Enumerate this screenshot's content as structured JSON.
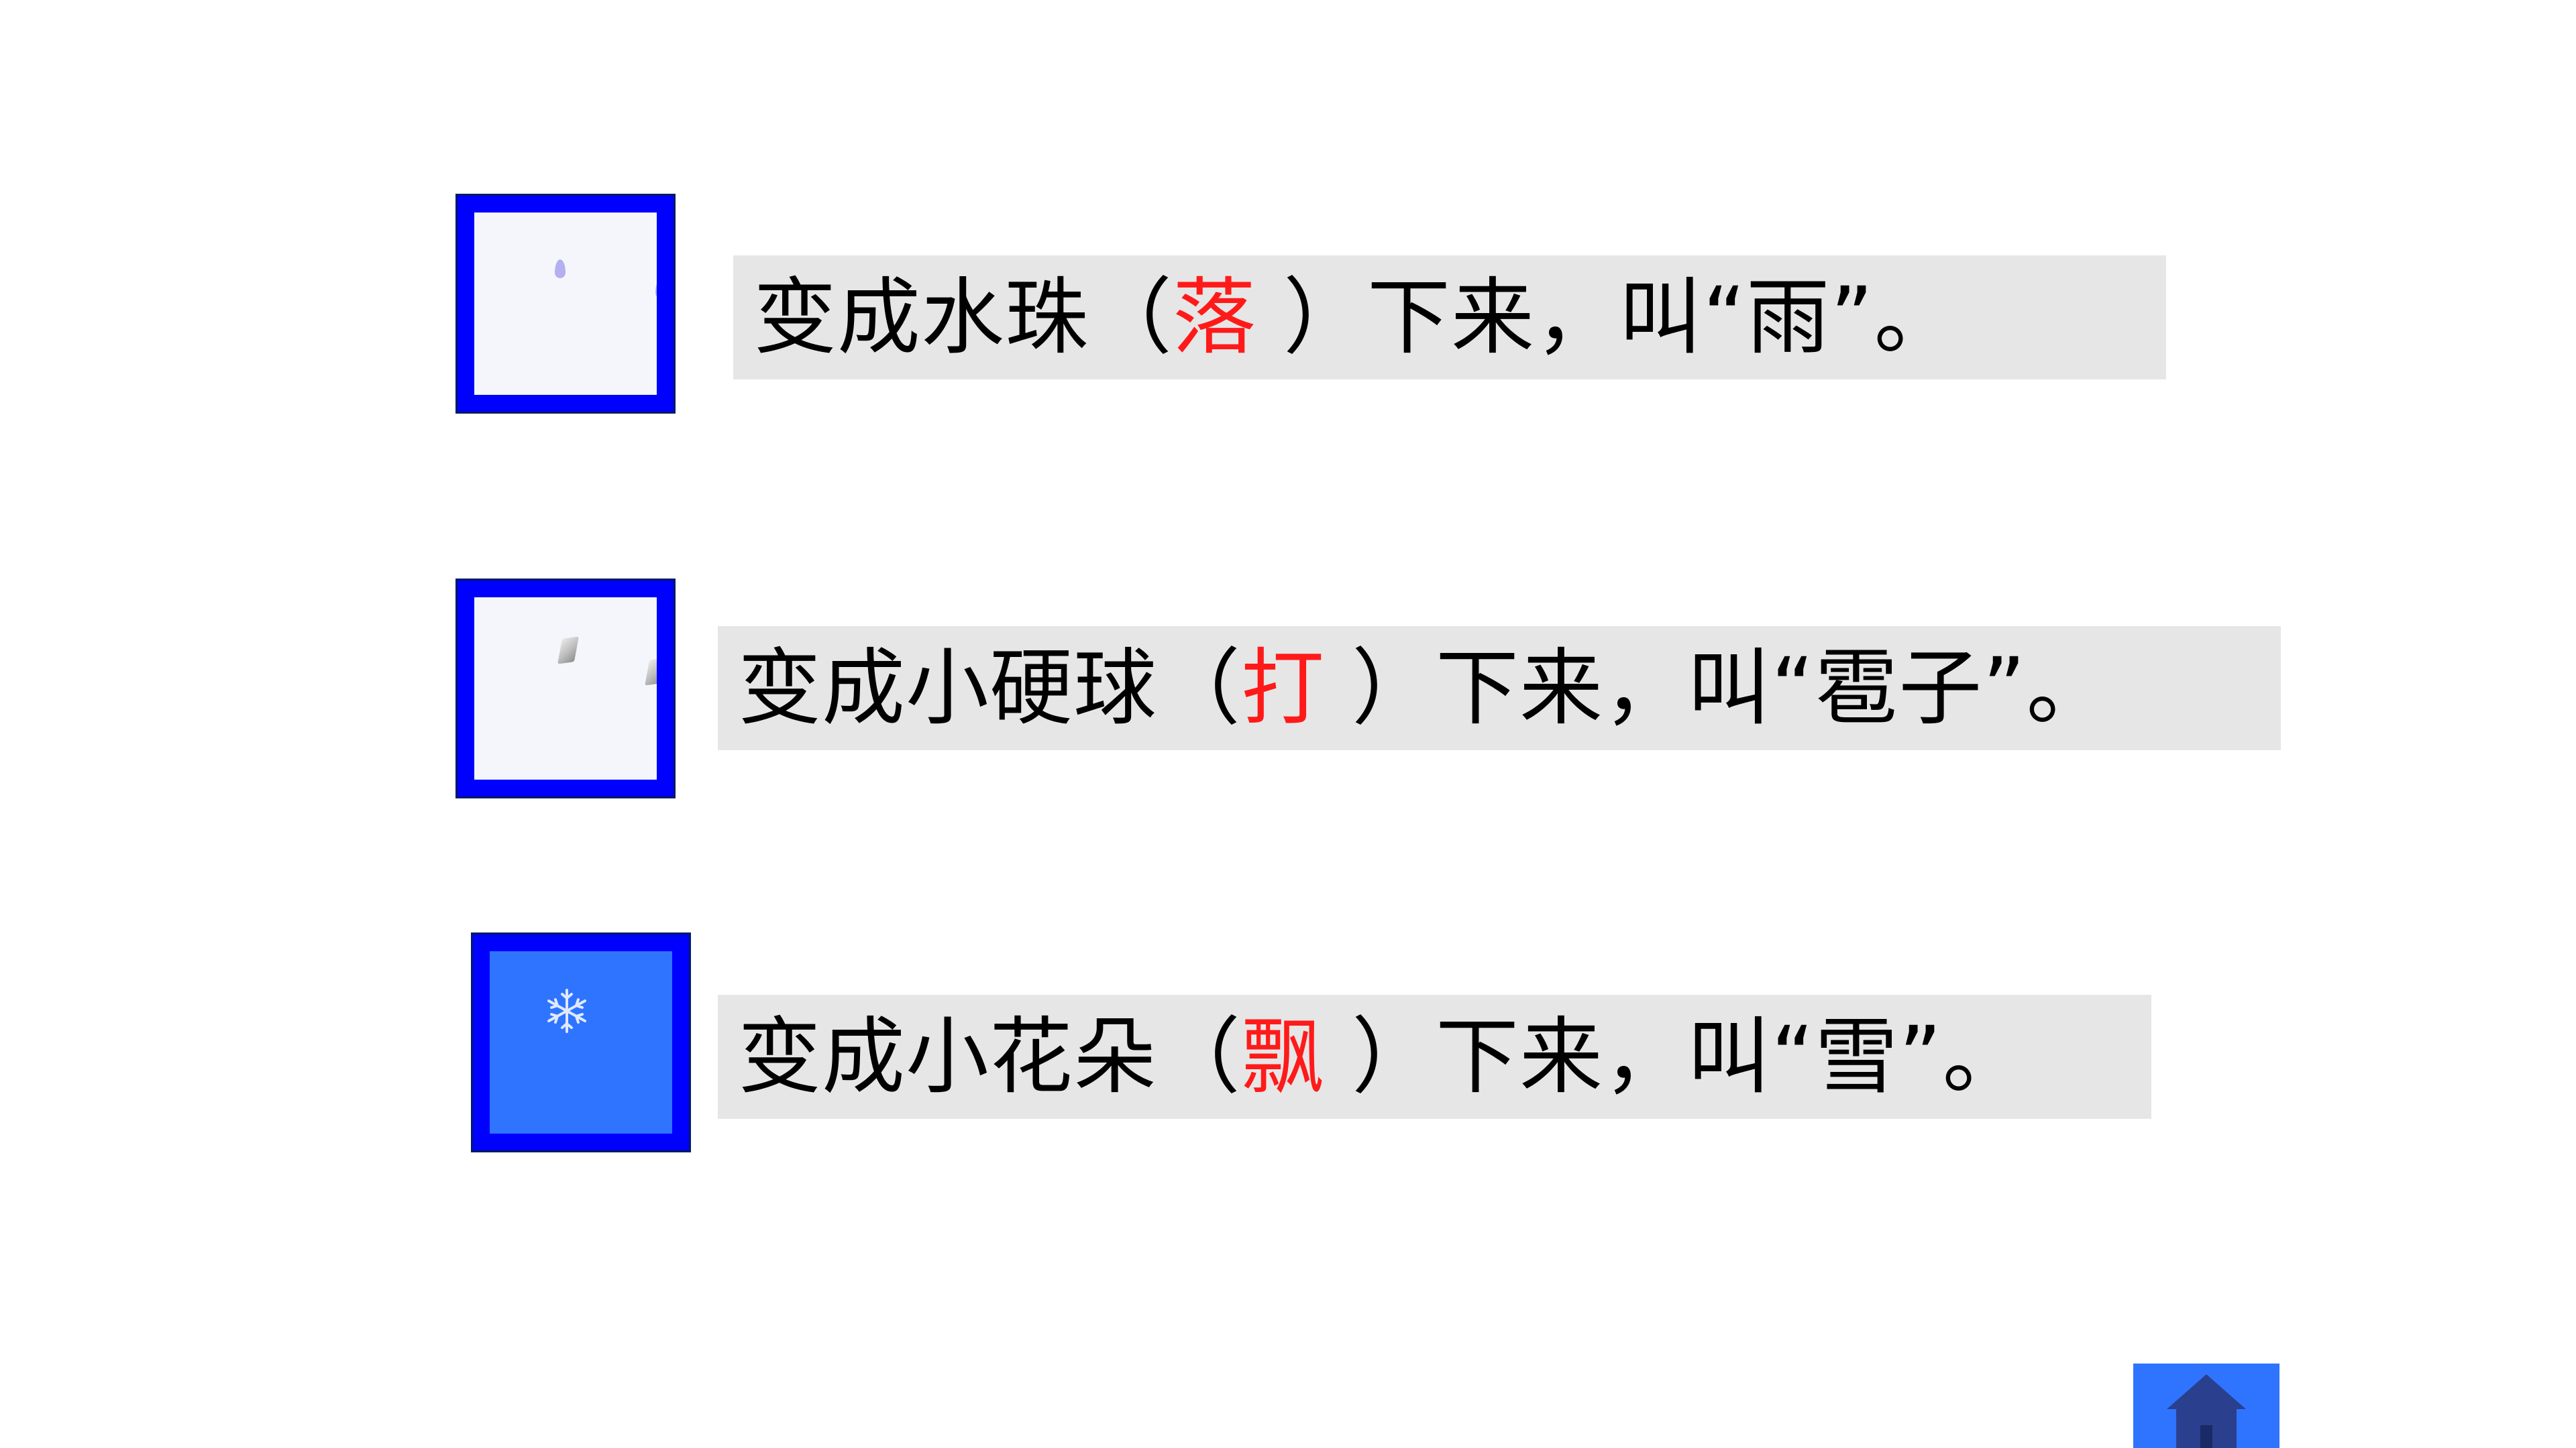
{
  "lines": [
    {
      "before": "变成水珠（",
      "answer": "落",
      "after": "）下来，叫“雨”。"
    },
    {
      "before": "变成小硬球（",
      "answer": "打",
      "after": "）下来，叫“雹子”。"
    },
    {
      "before": "变成小花朵（",
      "answer": "飘",
      "after": "）下来，叫“雪”。"
    }
  ],
  "icons": {
    "rain": "raindrop-icon",
    "hail": "hailstone-icon",
    "snow": "snowflake-icon",
    "home": "home-icon"
  },
  "colors": {
    "tile_border": "#0000ff",
    "tile_dark": "#2f74ff",
    "answer": "#ff1a1a",
    "sentence_bg": "#e6e6e6",
    "home_bg": "#2f74ff",
    "home_icon": "#2b3f8f"
  }
}
